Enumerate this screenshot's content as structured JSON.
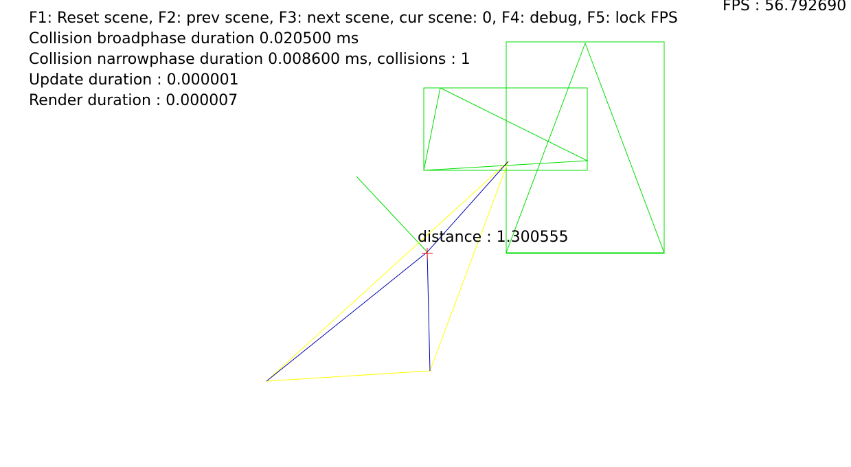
{
  "window": {
    "background": "#ffffff"
  },
  "hud": {
    "controls": "F1: Reset scene, F2: prev scene, F3: next scene, cur scene: 0, F4: debug, F5: lock FPS",
    "broadphase": "Collision broadphase duration 0.020500 ms",
    "narrowphase": "Collision narrowphase duration 0.008600 ms, collisions : 1",
    "update": "Update duration : 0.000001",
    "render": "Render duration : 0.000007",
    "fps": "FPS : 56.792690"
  },
  "scene": {
    "distance_label": "distance : 1.300555",
    "colors": {
      "bounding_box": "#00dd00",
      "shape": "#00dd00",
      "simplex": "#ffff00",
      "polytope": "#0000aa",
      "normal": "#00dd00",
      "contact_marker": "#ff0000"
    }
  }
}
